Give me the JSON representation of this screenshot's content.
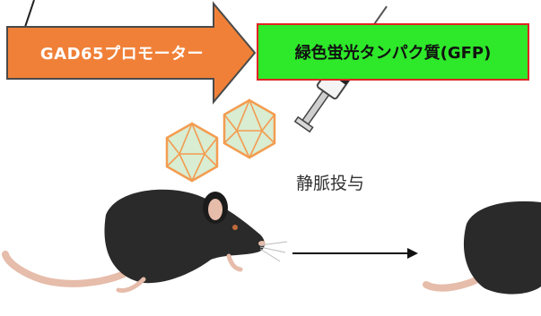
{
  "construct": {
    "promoter_label": "GAD65プロモーター",
    "reporter_label": "緑色蛍光タンパク質(GFP)"
  },
  "procedure": {
    "injection_label": "静脈投与"
  },
  "colors": {
    "promoter_arrow": "#f08038",
    "promoter_arrow_border": "#4a4a4a",
    "gfp_box": "#2ee82a",
    "gfp_box_border": "#e02424",
    "virus_capsid": "#f39c50",
    "virus_fill": "#d8edd2",
    "mouse_body": "#2a2a2a",
    "mouse_tail": "#e6bcaa"
  },
  "icons": [
    "virus-particle-icon",
    "syringe-icon",
    "mouse-icon",
    "process-arrow-icon"
  ]
}
